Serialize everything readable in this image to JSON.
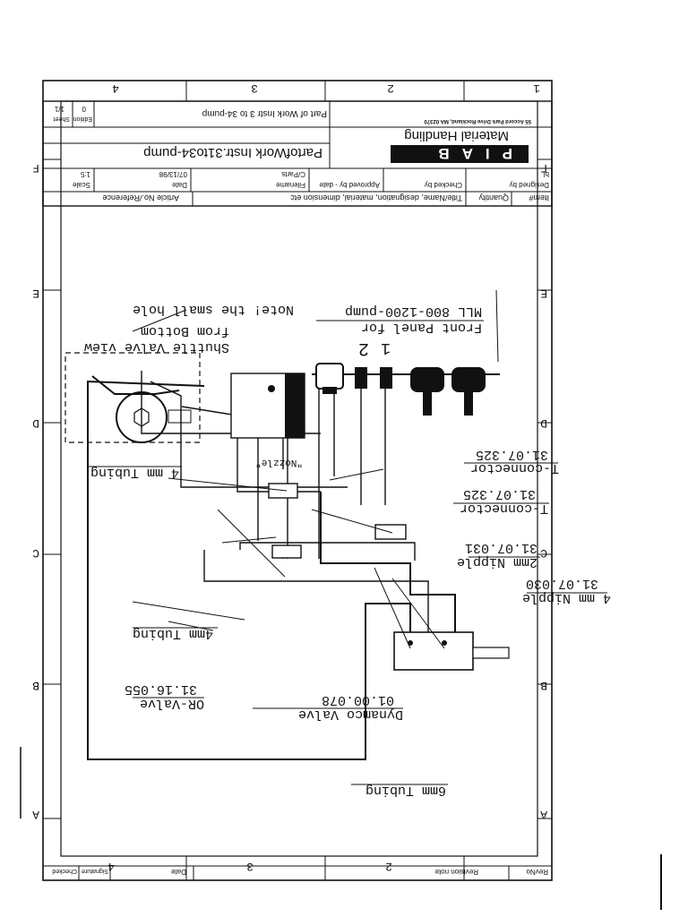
{
  "title_block": {
    "company": "Material Handling",
    "logo": "PIAB",
    "address": "55 Accord Park Drive Rockland, MA 02370",
    "drawing_title": "Part of Work Instr 3 to 34-pump",
    "drawing_number": "PartofWork Instr.31to34-pump",
    "sheet_label": "Sheet",
    "sheet_value": "1/1",
    "edition_label": "Edition",
    "edition_value": "0",
    "designed_by_label": "Designed by",
    "designed_by_value": "bl",
    "checked_by_label": "Checked by",
    "approved_label": "Approved by - date",
    "filename_label": "Filename",
    "filename_value": "C/Parts",
    "date_label": "Date",
    "date_value": "07/13/98",
    "scale_label": "Scale",
    "scale_value": "1:5",
    "col_item": "Item#",
    "col_quantity": "Quantity",
    "col_title": "Title/Name, designation, material, dimension etc",
    "col_article": "Article No./Reference"
  },
  "revision_block": {
    "revno": "RevNo",
    "revision_note": "Revision note",
    "date": "Date",
    "signature": "Signature",
    "checked": "Checked"
  },
  "zone_letters": [
    "F",
    "E",
    "D",
    "C",
    "B",
    "A"
  ],
  "zone_numbers": [
    "1",
    "2",
    "3",
    "4"
  ],
  "labels": {
    "front_panel_1": "Front Panel for",
    "front_panel_2": "MLL 800-1200-pump",
    "note": "Note! the small hole",
    "shuttle_1": "Shuttle Valve view",
    "shuttle_2": "from Bottom",
    "tubing_4mm_top": "4 mm Tubing",
    "nozzle": "\"Nozzle\"",
    "tconn_a_1": "T-connector",
    "tconn_a_2": "31.07.325",
    "tconn_b_1": "T-connector",
    "tconn_b_2": "31.07.325",
    "nipple2_1": "2mm Nipple",
    "nipple2_2": "31.07.031",
    "nipple4_1": "4 mm Nipple",
    "nipple4_2": "31.07.030",
    "tubing_4mm": "4mm Tubing",
    "or_valve_1": "OR-Valve",
    "or_valve_2": "31.16.055",
    "dynamco_1": "Dynamco Valve",
    "dynamco_2": "01.00.078",
    "tubing_6mm": "6mm Tubing",
    "port_1": "1",
    "port_2": "2"
  }
}
